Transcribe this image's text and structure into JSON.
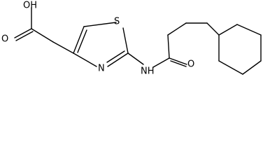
{
  "molecule": {
    "labels": {
      "hydroxyl": "OH",
      "carboxyl_oxygen": "O",
      "sulfur": "S",
      "ring_nitrogen": "N",
      "amide_nh": "NH",
      "amide_oxygen": "O"
    },
    "colors": {
      "bond": "#000000",
      "text": "#000000",
      "background": "#ffffff"
    }
  }
}
